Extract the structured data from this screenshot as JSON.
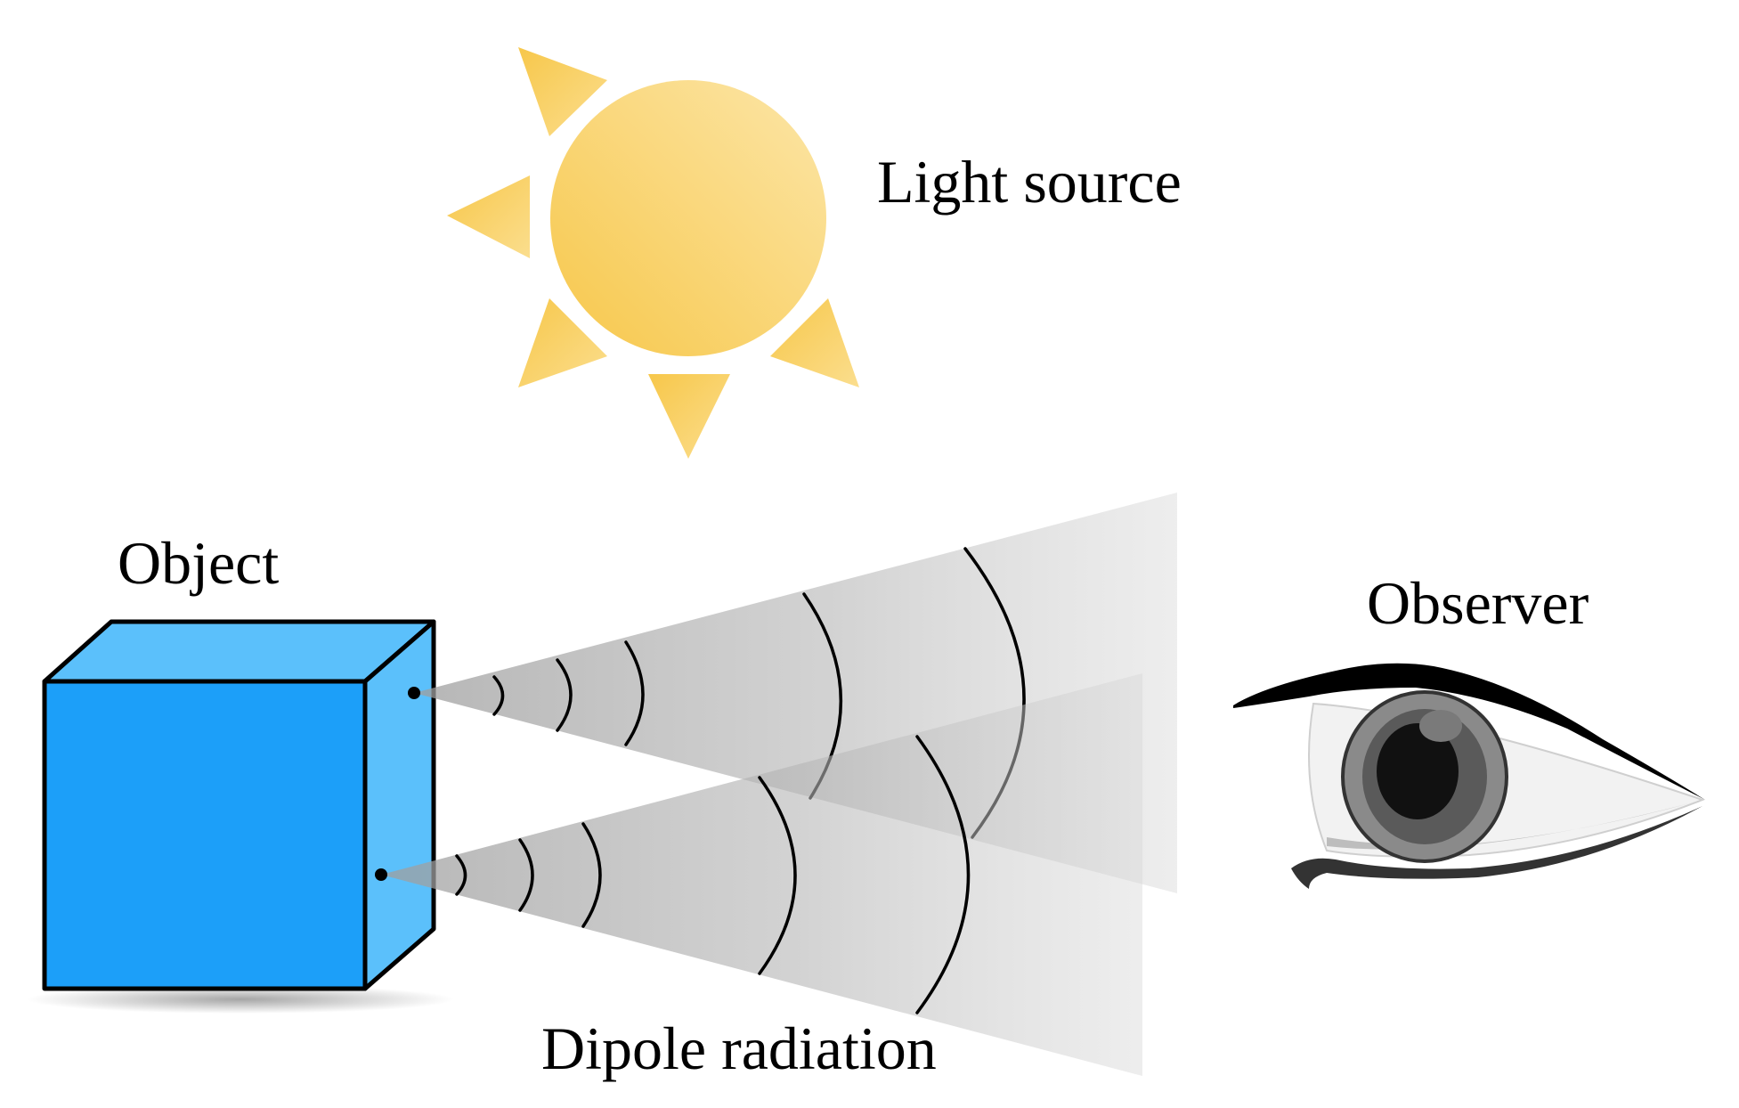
{
  "labels": {
    "light_source": "Light source",
    "object": "Object",
    "observer": "Observer",
    "dipole_radiation": "Dipole radiation"
  },
  "colors": {
    "sun_light": "#FCE6A8",
    "sun_dark": "#F7C74A",
    "cube_front": "#1C9FF9",
    "cube_side": "#5BC0FB",
    "beam_gray": "#BDBDBD",
    "outline": "#000000"
  },
  "icons": {
    "light_source": "sun-icon",
    "object": "cube-icon",
    "observer": "eye-icon"
  }
}
